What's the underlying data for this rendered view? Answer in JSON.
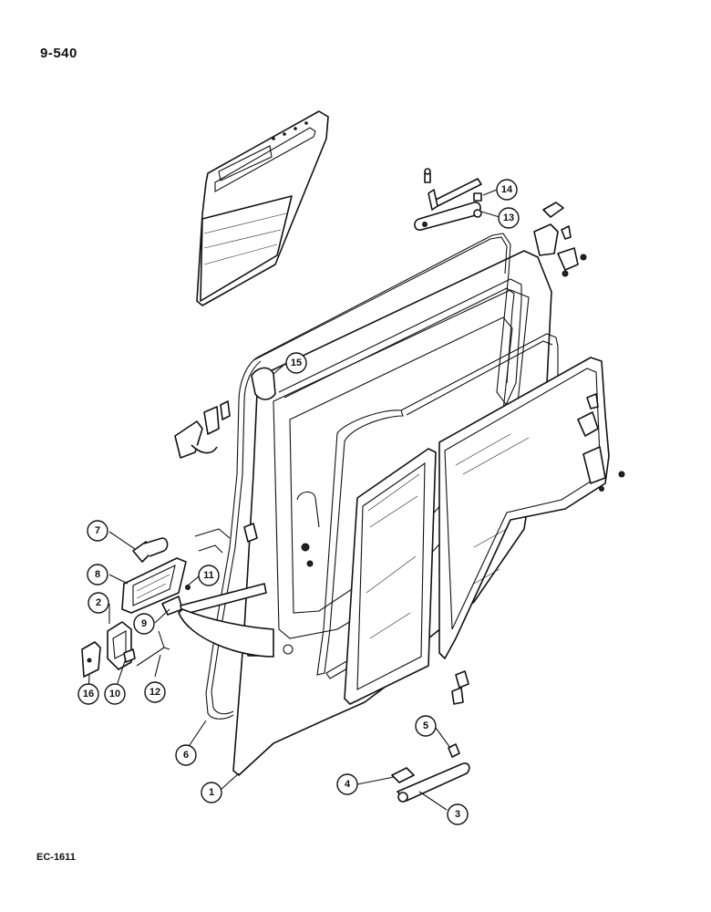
{
  "header": {
    "page_number": "9-540"
  },
  "footer": {
    "figure_code": "EC-1611"
  },
  "callouts": [
    "1",
    "2",
    "3",
    "4",
    "5",
    "6",
    "7",
    "8",
    "9",
    "10",
    "11",
    "12",
    "13",
    "14",
    "15",
    "16"
  ],
  "parts": [
    "door-panel",
    "door-seal",
    "window-frame",
    "window-glass",
    "rear-glass",
    "door-trim-pocket",
    "gas-strut",
    "hinge",
    "exterior-handle",
    "interior-handle",
    "latch",
    "lock-knob",
    "link-rod"
  ]
}
